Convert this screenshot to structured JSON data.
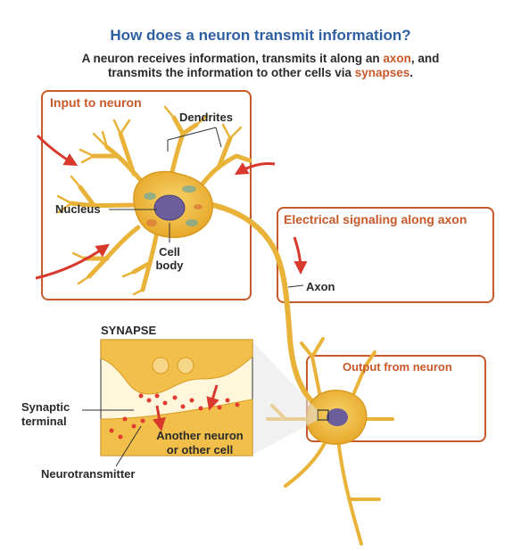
{
  "title": "How does a neuron transmit information?",
  "subtitle": {
    "line1_pre": "A neuron receives information, transmits it along an ",
    "line1_axon": "axon",
    "line1_post": ", and",
    "line2_pre": "transmits the information to other cells via ",
    "line2_syn": "synapses",
    "line2_post": "."
  },
  "panels": {
    "input": "Input to neuron",
    "electrical": "Electrical signaling along axon",
    "output": "Output from neuron",
    "synapse": "SYNAPSE"
  },
  "labels": {
    "dendrites": "Dendrites",
    "nucleus": "Nucleus",
    "cell_body_1": "Cell",
    "cell_body_2": "body",
    "axon": "Axon",
    "synaptic_terminal_1": "Synaptic",
    "synaptic_terminal_2": "terminal",
    "another_neuron_1": "Another neuron",
    "another_neuron_2": "or other cell",
    "neurotransmitter": "Neurotransmitter"
  },
  "colors": {
    "accent": "#c8592a",
    "title": "#2e5fa3",
    "neuron": "#f2c04a",
    "arrow": "#d9382c"
  }
}
